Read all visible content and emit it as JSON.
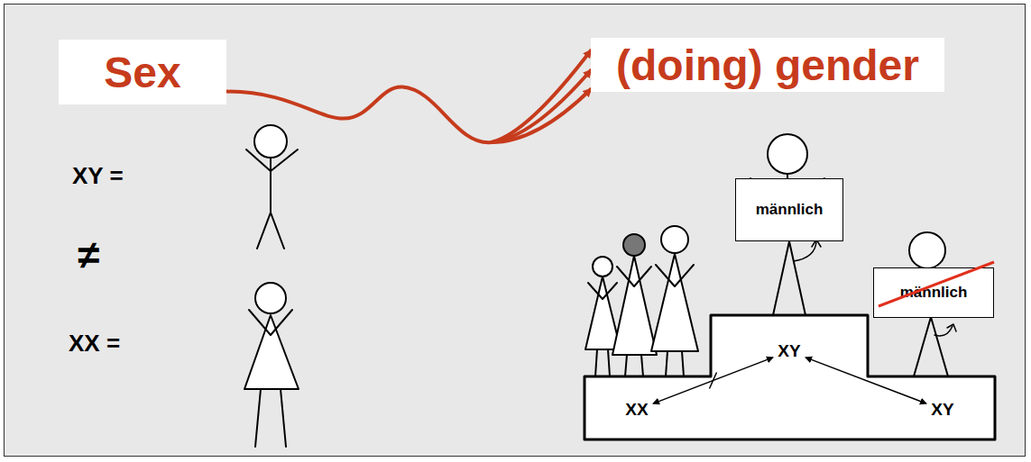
{
  "diagram": {
    "nodes": [
      {
        "text": [
          "Sex"
        ]
      },
      {
        "text": [
          "(doing) gender"
        ]
      },
      {
        "text": [
          "männlich"
        ]
      },
      {
        "text": [
          "männlich"
        ]
      },
      {
        "text": [
          "XX"
        ]
      },
      {
        "text": [
          "XY"
        ]
      },
      {
        "text": [
          "XY"
        ]
      }
    ],
    "edges": [
      {
        "from": 0,
        "to": 1,
        "arrow": "to"
      },
      {
        "from": 4,
        "to": 5,
        "arrow": "both"
      },
      {
        "from": 5,
        "to": 6,
        "arrow": "both"
      }
    ],
    "labels": [
      "XY =",
      "≠",
      "XX ="
    ]
  }
}
